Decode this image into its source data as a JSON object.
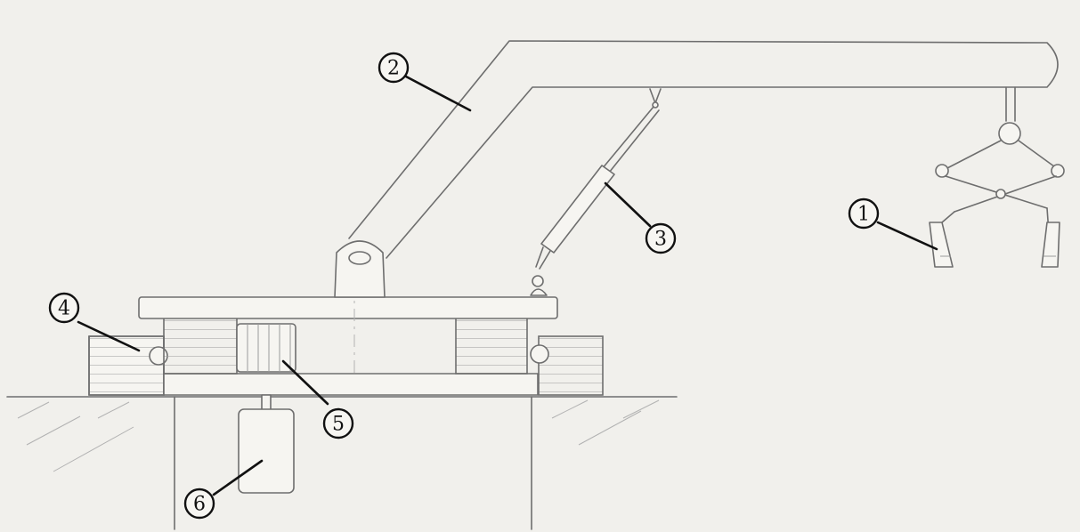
{
  "callouts": [
    {
      "id": "1",
      "label": "1"
    },
    {
      "id": "2",
      "label": "2"
    },
    {
      "id": "3",
      "label": "3"
    },
    {
      "id": "4",
      "label": "4"
    },
    {
      "id": "5",
      "label": "5"
    },
    {
      "id": "6",
      "label": "6"
    }
  ],
  "colors": {
    "paper": "#f1f0ec",
    "pencil": "#6e6e6e",
    "ink": "#111111"
  }
}
